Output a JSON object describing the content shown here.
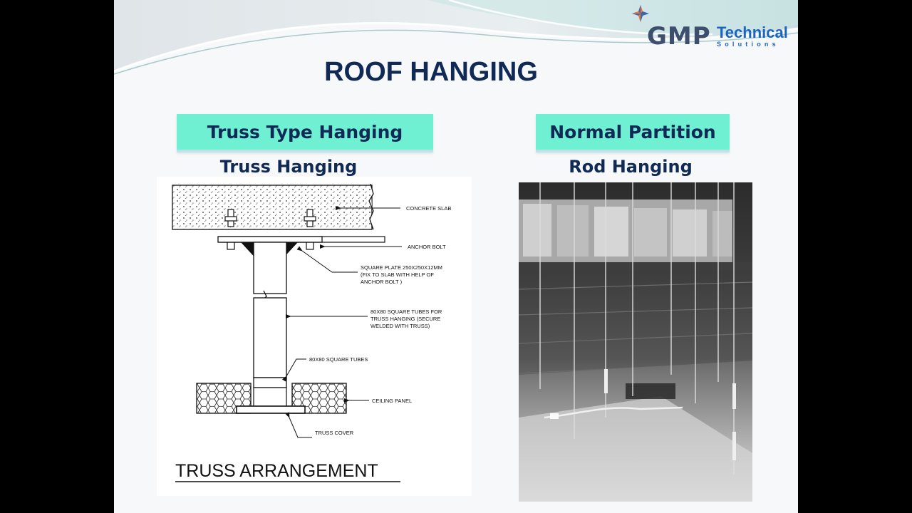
{
  "slide": {
    "title": "ROOF HANGING",
    "logo": {
      "brand_main": "GMP",
      "brand_secondary": "Technical",
      "brand_tagline": "Solutions"
    },
    "left_column": {
      "tab_label": "Truss Type Hanging",
      "subtitle": "Truss Hanging",
      "drawing": {
        "labels": {
          "concrete_slab": "CONCRETE SLAB",
          "anchor_bolt": "ANCHOR BOLT",
          "square_plate_1": "SQUARE PLATE 250X250X12MM",
          "square_plate_2": "(FIX TO SLAB WITH HELP OF",
          "square_plate_3": "ANCHOR BOLT  )",
          "tubes_for_1": "80X80 SQUARE TUBES FOR",
          "tubes_for_2": "TRUSS HANGING (SECURE",
          "tubes_for_3": "WELDED WITH TRUSS)",
          "square_tubes": "80X80 SQUARE TUBES",
          "ceiling_panel": "CEILING PANEL",
          "truss_cover": "TRUSS COVER"
        },
        "caption": "TRUSS ARRANGEMENT"
      }
    },
    "right_column": {
      "tab_label": "Normal Partition",
      "subtitle": "Rod Hanging"
    },
    "colors": {
      "title": "#102a55",
      "tab_fill": "#6ff0d2",
      "tab_underline": "#bde3ea",
      "logo_gray": "#3e4f6d",
      "logo_blue": "#1a65c4"
    }
  }
}
